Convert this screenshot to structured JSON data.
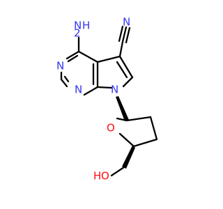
{
  "colors": {
    "bond": "#000000",
    "nitrogen": "#3535ee",
    "oxygen": "#ff0d0d",
    "carbon": "#000000"
  },
  "atoms": {
    "amino_n": "N",
    "amino_h": "H",
    "nitrile_n": "N",
    "ring_n_top": "N",
    "ring_n_bottom": "N",
    "pyrrole_n": "N",
    "ring_o": "O",
    "hydroxyl_o": "O",
    "hydroxyl_h": "H"
  }
}
